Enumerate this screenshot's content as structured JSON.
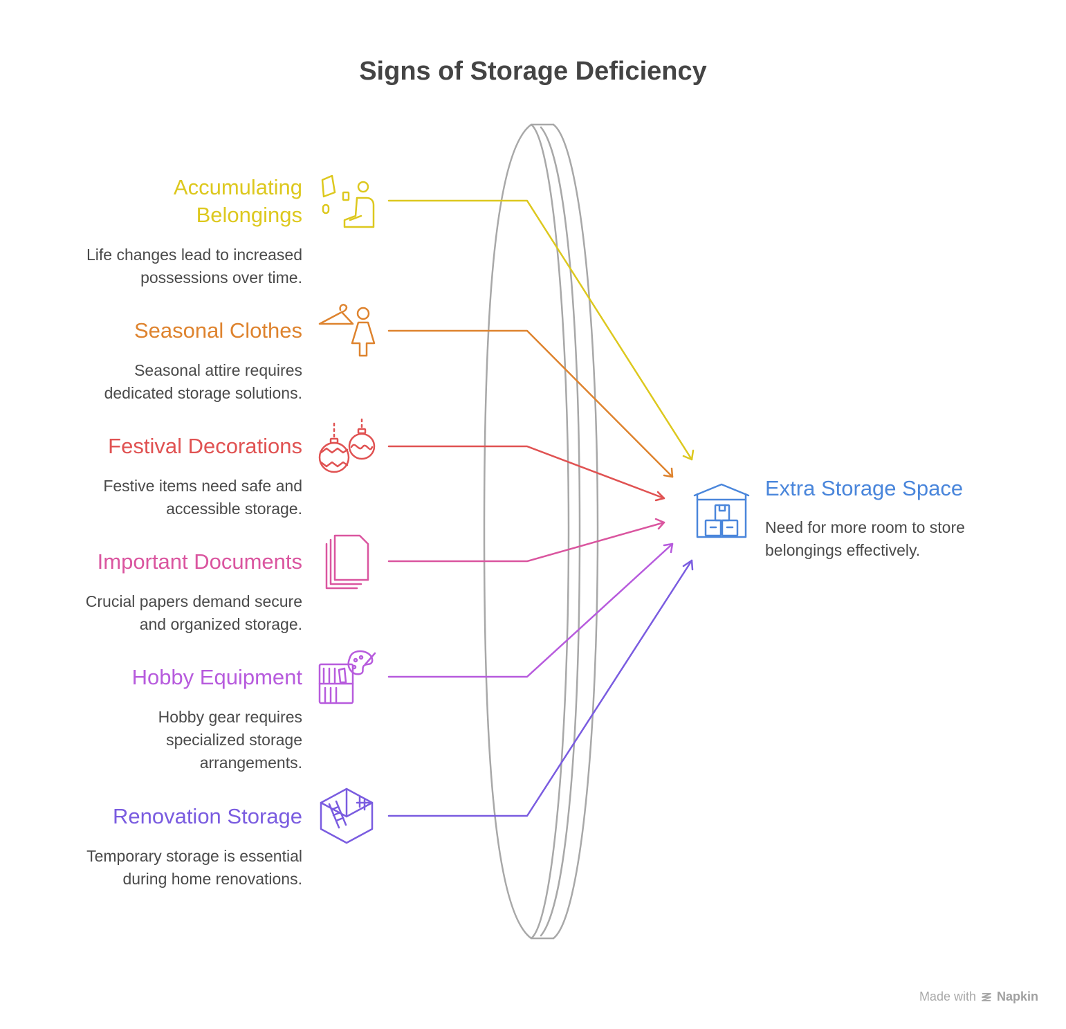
{
  "title": "Signs of Storage Deficiency",
  "items": [
    {
      "title": "Accumulating\nBelongings",
      "desc": "Life changes lead to increased\npossessions over time.",
      "color": "#DDC81E",
      "icon": "belongings-icon"
    },
    {
      "title": "Seasonal Clothes",
      "desc": "Seasonal attire requires\ndedicated storage solutions.",
      "color": "#DE832E",
      "icon": "clothes-hanger-icon"
    },
    {
      "title": "Festival Decorations",
      "desc": "Festive items need safe and\naccessible storage.",
      "color": "#E05252",
      "icon": "ornament-icon"
    },
    {
      "title": "Important Documents",
      "desc": "Crucial papers demand secure\nand organized storage.",
      "color": "#DA559F",
      "icon": "documents-icon"
    },
    {
      "title": "Hobby Equipment",
      "desc": "Hobby gear requires\nspecialized storage\narrangements.",
      "color": "#B75BDD",
      "icon": "hobby-palette-icon"
    },
    {
      "title": "Renovation Storage",
      "desc": "Temporary storage is essential\nduring home renovations.",
      "color": "#7A5CE0",
      "icon": "renovation-ladder-icon"
    }
  ],
  "target": {
    "title": "Extra Storage Space",
    "desc": "Need for more room to store\nbelongings effectively.",
    "color": "#4A86DB",
    "icon": "warehouse-boxes-icon"
  },
  "footer": {
    "made_with": "Made with",
    "brand": "Napkin",
    "icon": "napkin-logo-icon"
  }
}
